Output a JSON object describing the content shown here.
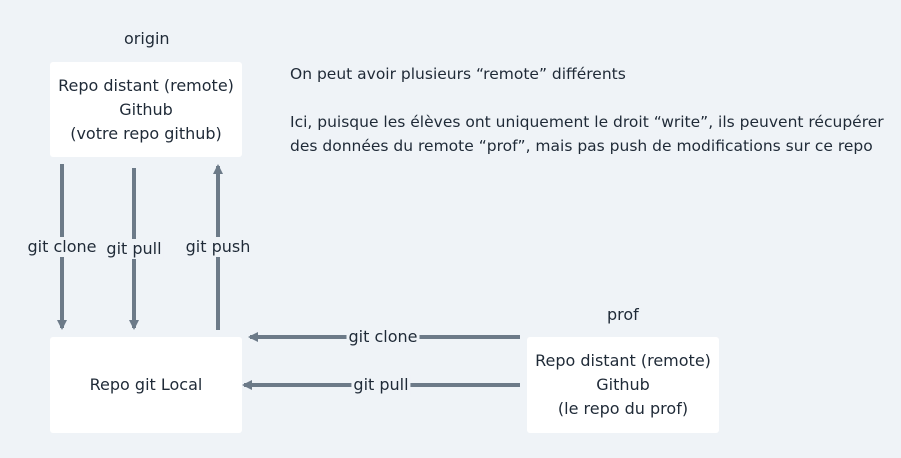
{
  "origin": {
    "title": "origin",
    "box_lines": [
      "Repo distant (remote)",
      "Github",
      "(votre repo github)"
    ]
  },
  "local": {
    "box_label": "Repo git Local"
  },
  "prof": {
    "title": "prof",
    "box_lines": [
      "Repo distant (remote)",
      "Github",
      "(le repo du prof)"
    ]
  },
  "arrows": {
    "git_clone": "git clone",
    "git_pull": "git pull",
    "git_push": "git push",
    "prof_clone": "git clone",
    "prof_pull": "git pull"
  },
  "notes": {
    "line1": "On peut avoir plusieurs “remote” différents",
    "line2": "Ici, puisque les élèves ont uniquement le droit “write”, ils peuvent récupérer",
    "line3": "des données du remote “prof”, mais pas push de modifications sur ce repo"
  },
  "colors": {
    "background": "#eff3f7",
    "box": "#ffffff",
    "arrow": "#6c7a88",
    "text": "#1f2a37"
  }
}
